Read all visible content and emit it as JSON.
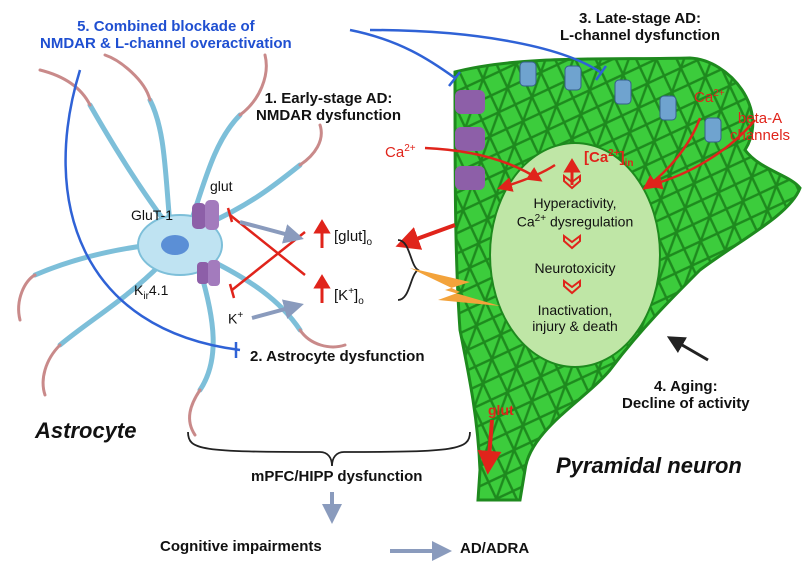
{
  "labels": {
    "combined_blockade": "5. Combined blockade of\nNMDAR & L-channel overactivation",
    "late_stage": "3. Late-stage AD:\nL-channel dysfunction",
    "early_stage": "1. Early-stage AD:\nNMDAR dysfunction",
    "astro_dysfunction": "2. Astrocyte dysfunction",
    "aging": "4. Aging:\nDecline of activity",
    "astrocyte": "Astrocyte",
    "pyramidal": "Pyramidal neuron",
    "mpfc": "mPFC/HIPP dysfunction",
    "cognitive": "Cognitive impairments",
    "adra": "AD/ADRA",
    "glut1": "GluT-1",
    "glut": "glut",
    "kir_pre": "K",
    "kir_sub": "ir",
    "kir_post": "4.1",
    "k_plus": "K",
    "k_plus_sup": "+",
    "glut_o": "[glut]",
    "glut_o_sub": "o",
    "k_o": "[K",
    "k_o_sup": "+",
    "k_o_post": "]",
    "k_o_sub": "o",
    "ca_left": "Ca",
    "ca_left_sup": "2+",
    "ca_right": "Ca",
    "ca_right_sup": "2+",
    "beta_a": "beta-A\nchannels",
    "ca_in_pre": "[Ca",
    "ca_in_sup": "2+",
    "ca_in_post": "]",
    "ca_in_sub": "in",
    "hyper": "Hyperactivity,",
    "dysreg_pre": "Ca",
    "dysreg_sup": "2+",
    "dysreg_post": " dysregulation",
    "neurotox": "Neurotoxicity",
    "inactivation": "Inactivation,\ninjury & death",
    "glut_release": "glut"
  },
  "colors": {
    "neuron_fill": "#36c436",
    "neuron_mesh": "#1f8f1f",
    "soma": "#bfe6a6",
    "astro_body": "#bfe3f2",
    "astro_edge": "#7dbfd9",
    "process_end": "#c98a8a",
    "blue_arrow": "#2f62d6",
    "red": "#e0241b",
    "grey_arrow": "#8a9bbd",
    "receptor": "#8d5fa8",
    "l_channel": "#6fa3cf",
    "zap": "#f3a33b"
  }
}
